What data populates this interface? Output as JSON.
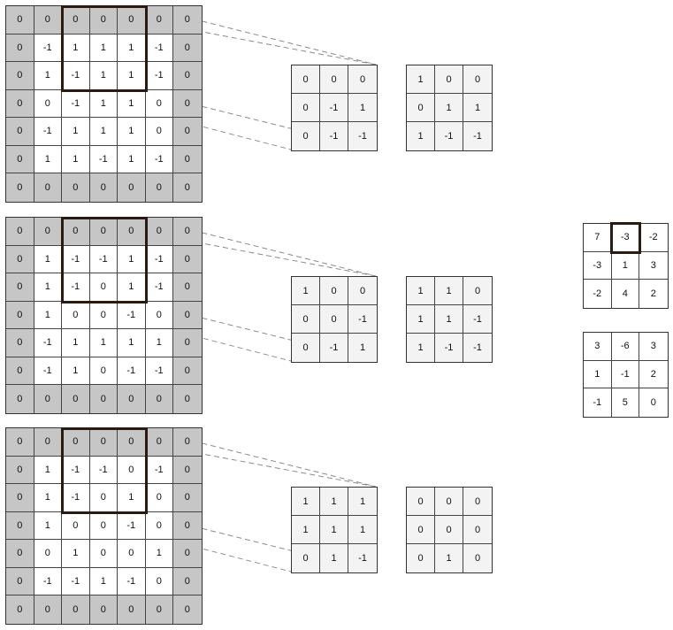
{
  "inputs": [
    {
      "matrix": [
        [
          "0",
          "0",
          "0",
          "0",
          "0",
          "0",
          "0"
        ],
        [
          "0",
          "-1",
          "1",
          "1",
          "1",
          "-1",
          "0"
        ],
        [
          "0",
          "1",
          "-1",
          "1",
          "1",
          "-1",
          "0"
        ],
        [
          "0",
          "0",
          "-1",
          "1",
          "1",
          "0",
          "0"
        ],
        [
          "0",
          "-1",
          "1",
          "1",
          "1",
          "0",
          "0"
        ],
        [
          "0",
          "1",
          "1",
          "-1",
          "1",
          "-1",
          "0"
        ],
        [
          "0",
          "0",
          "0",
          "0",
          "0",
          "0",
          "0"
        ]
      ],
      "window": [
        "0",
        "0",
        "0",
        "0",
        "-1",
        "1",
        "0",
        "-1",
        "-1"
      ],
      "kernel": [
        "1",
        "0",
        "0",
        "0",
        "1",
        "1",
        "1",
        "-1",
        "-1"
      ]
    },
    {
      "matrix": [
        [
          "0",
          "0",
          "0",
          "0",
          "0",
          "0",
          "0"
        ],
        [
          "0",
          "1",
          "-1",
          "-1",
          "1",
          "-1",
          "0"
        ],
        [
          "0",
          "1",
          "-1",
          "0",
          "1",
          "-1",
          "0"
        ],
        [
          "0",
          "1",
          "0",
          "0",
          "-1",
          "0",
          "0"
        ],
        [
          "0",
          "-1",
          "1",
          "1",
          "1",
          "1",
          "0"
        ],
        [
          "0",
          "-1",
          "1",
          "0",
          "-1",
          "-1",
          "0"
        ],
        [
          "0",
          "0",
          "0",
          "0",
          "0",
          "0",
          "0"
        ]
      ],
      "window": [
        "1",
        "0",
        "0",
        "0",
        "0",
        "-1",
        "0",
        "-1",
        "1"
      ],
      "kernel": [
        "1",
        "1",
        "0",
        "1",
        "1",
        "-1",
        "1",
        "-1",
        "-1"
      ]
    },
    {
      "matrix": [
        [
          "0",
          "0",
          "0",
          "0",
          "0",
          "0",
          "0"
        ],
        [
          "0",
          "1",
          "-1",
          "-1",
          "0",
          "-1",
          "0"
        ],
        [
          "0",
          "1",
          "-1",
          "0",
          "1",
          "0",
          "0"
        ],
        [
          "0",
          "1",
          "0",
          "0",
          "-1",
          "0",
          "0"
        ],
        [
          "0",
          "0",
          "1",
          "0",
          "0",
          "1",
          "0"
        ],
        [
          "0",
          "-1",
          "-1",
          "1",
          "-1",
          "0",
          "0"
        ],
        [
          "0",
          "0",
          "0",
          "0",
          "0",
          "0",
          "0"
        ]
      ],
      "window": [
        "1",
        "1",
        "1",
        "1",
        "1",
        "1",
        "0",
        "1",
        "-1"
      ],
      "kernel": [
        "0",
        "0",
        "0",
        "0",
        "0",
        "0",
        "0",
        "1",
        "0"
      ]
    }
  ],
  "outputs": [
    [
      "7",
      "-3",
      "-2",
      "-3",
      "1",
      "3",
      "-2",
      "4",
      "2"
    ],
    [
      "3",
      "-6",
      "3",
      "1",
      "-1",
      "2",
      "-1",
      "5",
      "0"
    ]
  ],
  "colors": {
    "padding": "#c6c6c6",
    "kernel_bg": "#f3f3f3",
    "highlight": "#2a1a12",
    "guide_line": "#8a8a8a"
  }
}
